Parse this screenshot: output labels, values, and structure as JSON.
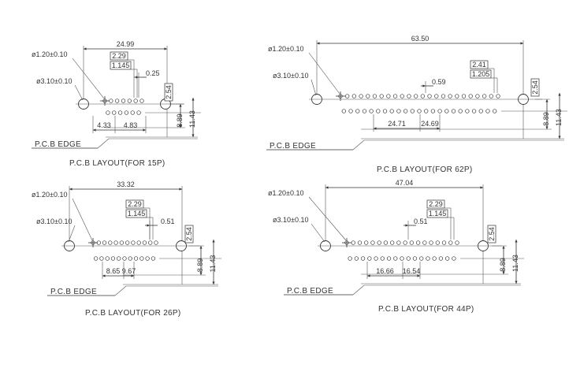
{
  "layouts": [
    {
      "caption": "P.C.B LAYOUT(FOR 15P)",
      "edge_label": "P.C.B EDGE",
      "small_hole": "ø1.20±0.10",
      "mount_hole": "ø3.10±0.10",
      "overall": "24.99",
      "pitch_box_1": "2.29",
      "pitch_box_2": "1.145",
      "offset": "0.25",
      "row_pitch": "2.54",
      "span_left": "4.33",
      "span_right": "4.83",
      "height_1": "8.89",
      "height_2": "11.43"
    },
    {
      "caption": "P.C.B LAYOUT(FOR 62P)",
      "edge_label": "P.C.B EDGE",
      "small_hole": "ø1.20±0.10",
      "mount_hole": "ø3.10±0.10",
      "overall": "63.50",
      "pitch_box_1": "2.41",
      "pitch_box_2": "1.205",
      "offset": "0.59",
      "row_pitch": "2.54",
      "span_left": "24.71",
      "span_right": "24.69",
      "height_1": "8.89",
      "height_2": "11.43"
    },
    {
      "caption": "P.C.B LAYOUT(FOR 26P)",
      "edge_label": "P.C.B EDGE",
      "small_hole": "ø1.20±0.10",
      "mount_hole": "ø3.10±0.10",
      "overall": "33.32",
      "pitch_box_1": "2.29",
      "pitch_box_2": "1.145",
      "offset": "0.51",
      "row_pitch": "2.54",
      "span_left": "8.65",
      "span_right": "9.67",
      "height_1": "8.89",
      "height_2": "11.43"
    },
    {
      "caption": "P.C.B LAYOUT(FOR 44P)",
      "edge_label": "P.C.B EDGE",
      "small_hole": "ø1.20±0.10",
      "mount_hole": "ø3.10±0.10",
      "overall": "47.04",
      "pitch_box_1": "2.29",
      "pitch_box_2": "1.145",
      "offset": "0.51",
      "row_pitch": "2.54",
      "span_left": "16.66",
      "span_right": "16.54",
      "height_1": "8.89",
      "height_2": "11.43"
    }
  ]
}
